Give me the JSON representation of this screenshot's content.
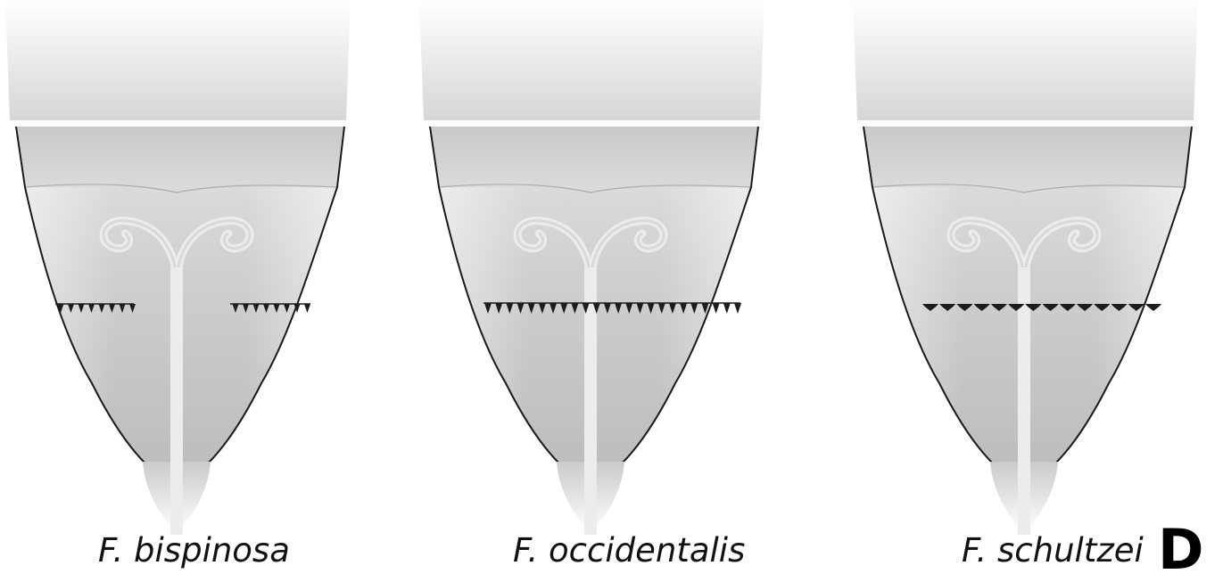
{
  "panel_label": "D",
  "specimens": [
    {
      "name": "F. bispinosa",
      "comb": "split",
      "teeth_per_side": 8
    },
    {
      "name": "F. occidentalis",
      "comb": "complete",
      "teeth": 24
    },
    {
      "name": "F. schultzei",
      "comb": "complete-lobed",
      "teeth": 14
    }
  ],
  "colors": {
    "body_light": "#fbfbfb",
    "body_mid": "#d8d8d8",
    "body_dark": "#b8b8b8",
    "outline": "#1a1a1a",
    "ovipositor": "#ececec",
    "comb": "#1c1c1c"
  }
}
